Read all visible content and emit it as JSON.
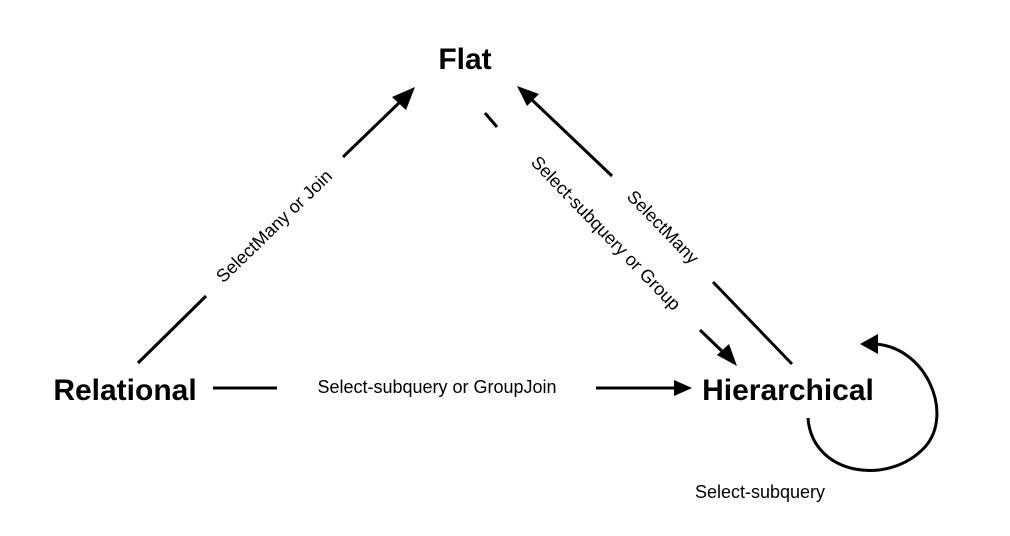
{
  "nodes": {
    "flat": "Flat",
    "relational": "Relational",
    "hierarchical": "Hierarchical"
  },
  "edges": {
    "relational_to_flat": "SelectMany or Join",
    "flat_to_hierarchical": "Select-subquery or Group",
    "hierarchical_to_flat": "SelectMany",
    "relational_to_hierarchical": "Select-subquery or GroupJoin",
    "hierarchical_self": "Select-subquery"
  },
  "colors": {
    "ink": "#000000",
    "background": "#ffffff"
  }
}
